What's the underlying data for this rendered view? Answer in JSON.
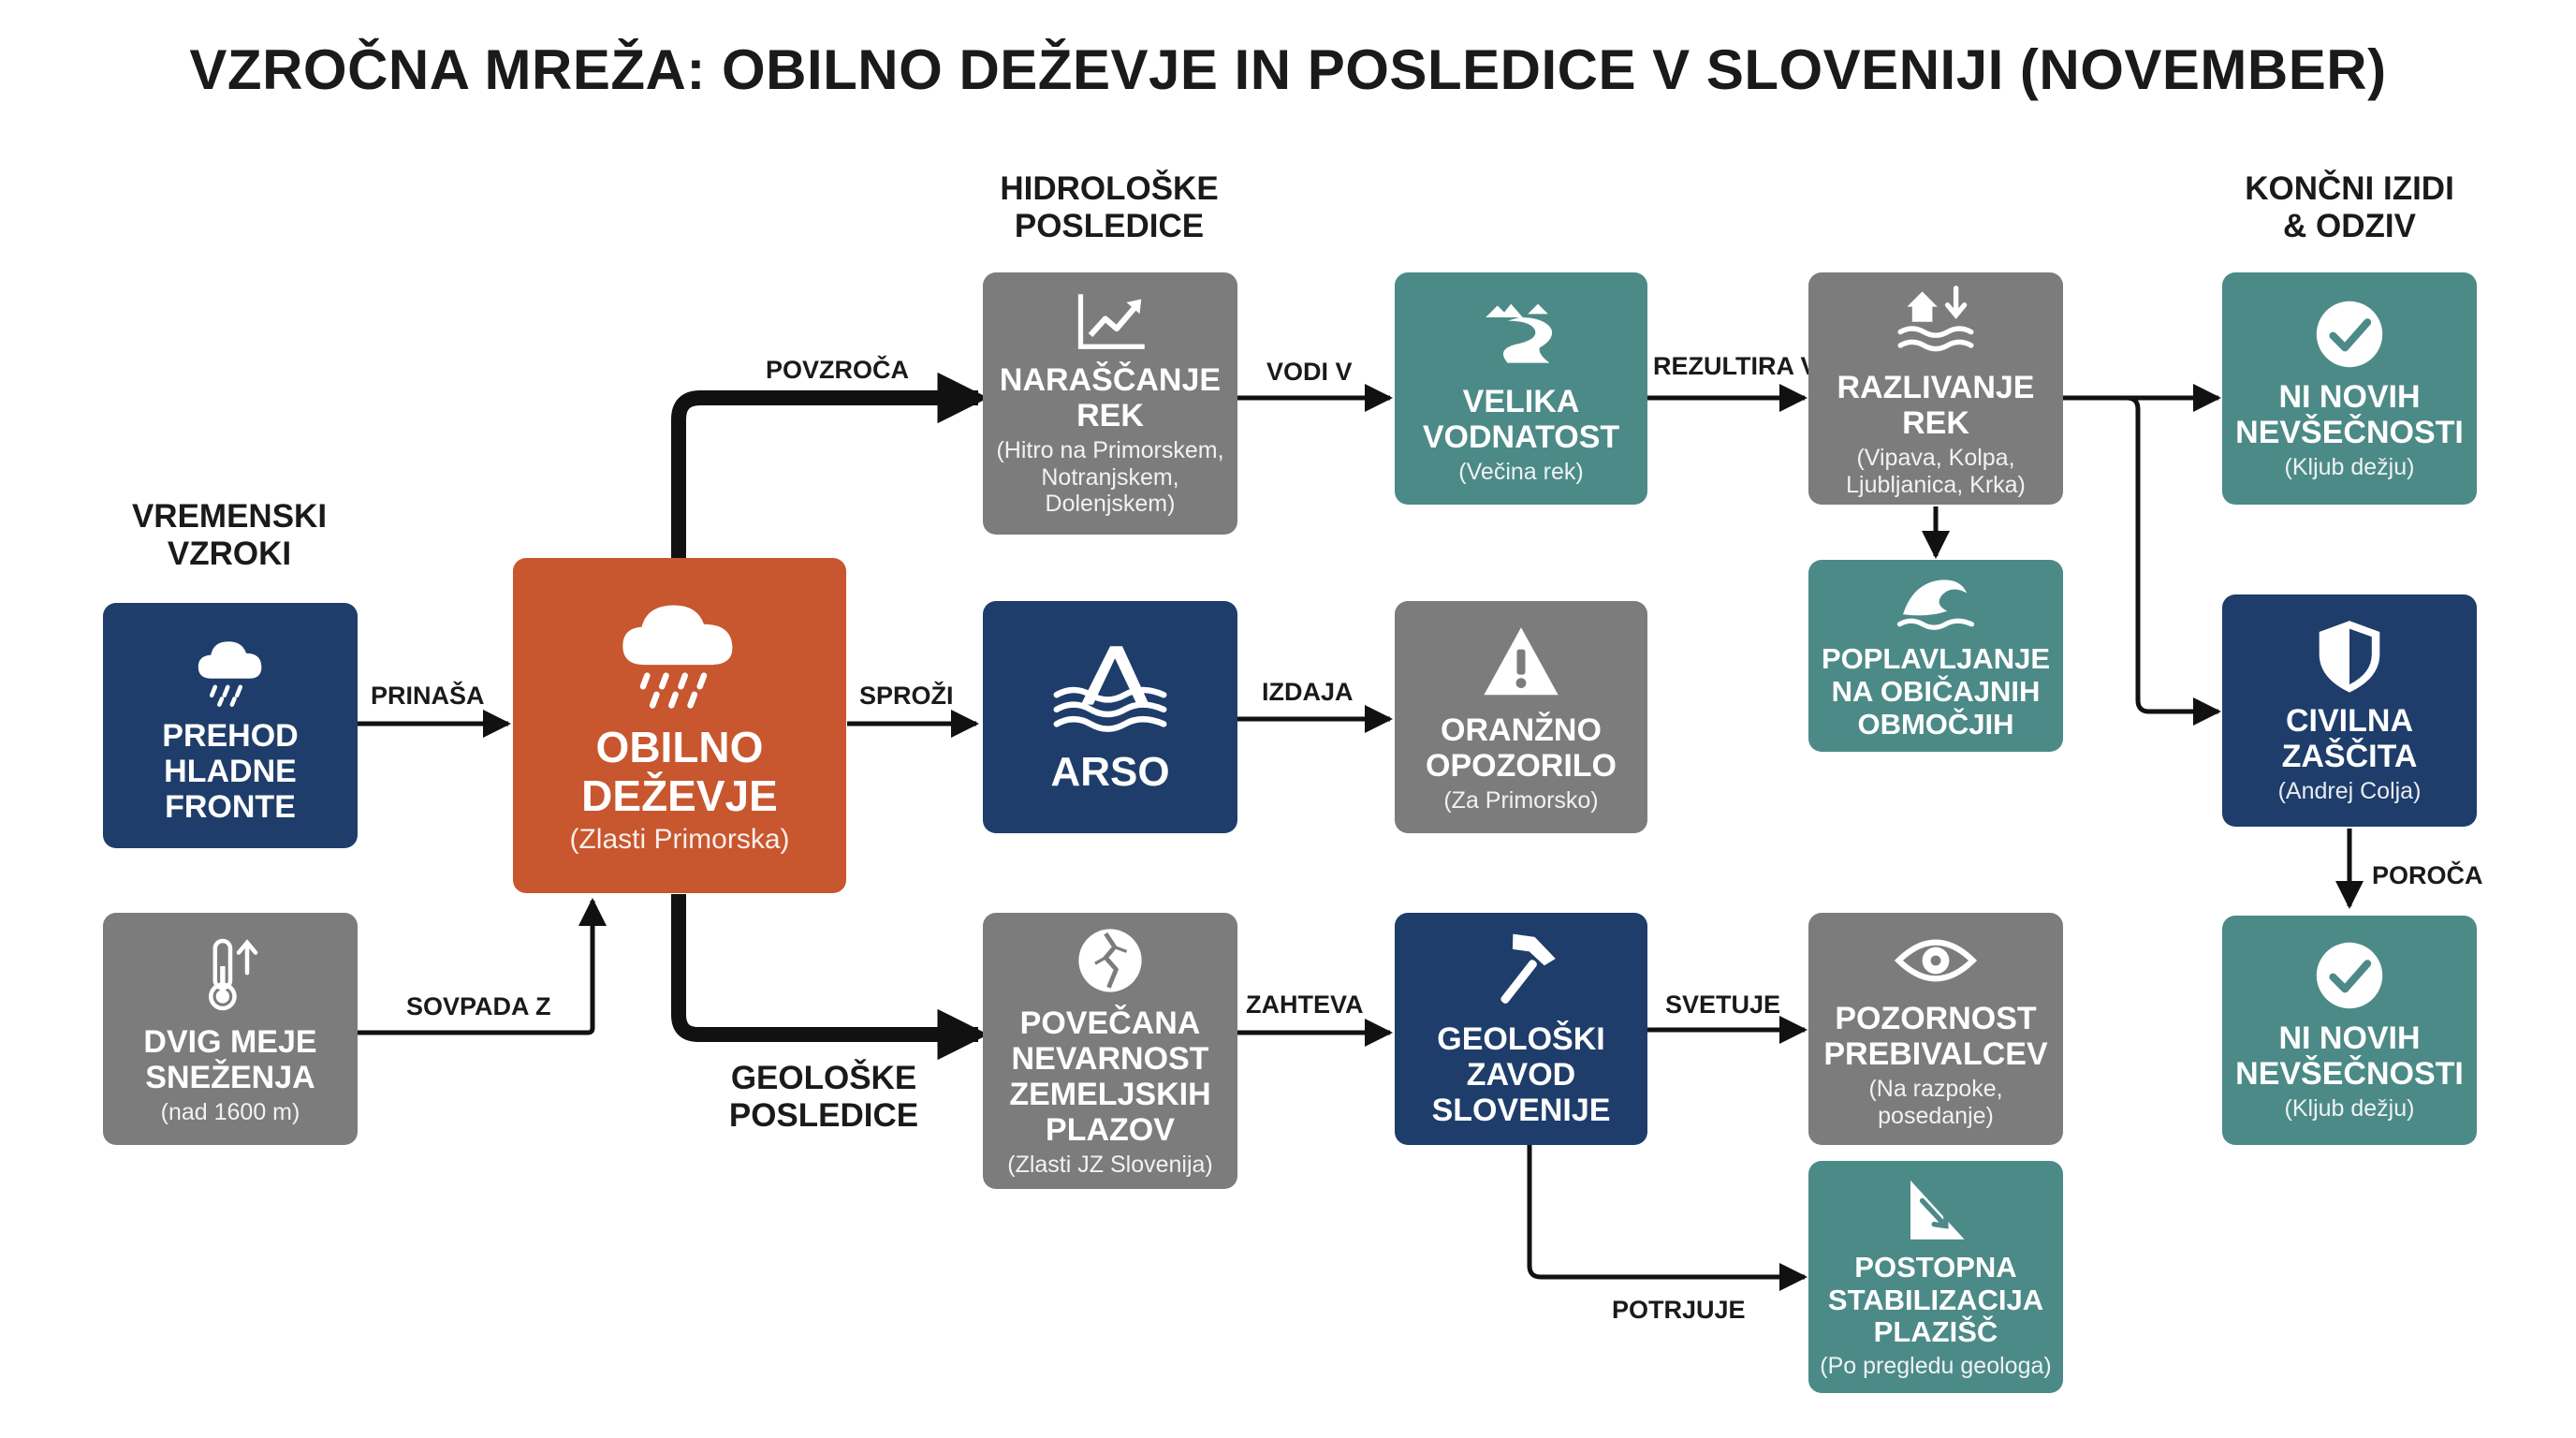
{
  "title": "VZROČNA MREŽA: OBILNO DEŽEVJE IN POSLEDICE V SLOVENIJI (NOVEMBER)",
  "sections": {
    "weather": "VREMENSKI\nVZROKI",
    "hydro": "HIDROLOŠKE\nPOSLEDICE",
    "geo": "GEOLOŠKE\nPOSLEDICE",
    "outcomes": "KONČNI IZIDI\n& ODZIV"
  },
  "nodes": {
    "cold_front": {
      "label": "PREHOD\nHLADNE\nFRONTE",
      "icon": "rain-cloud-icon"
    },
    "snow_line": {
      "label": "DVIG MEJE\nSNEŽENJA",
      "sub": "(nad 1600 m)",
      "icon": "thermometer-up-icon"
    },
    "heavy_rain": {
      "label": "OBILNO\nDEŽEVJE",
      "sub": "(Zlasti Primorska)",
      "icon": "heavy-rain-icon"
    },
    "rising_rivers": {
      "label": "NARAŠČANJE\nREK",
      "sub": "(Hitro na Primorskem,\nNotranjskem,\nDolenjskem)",
      "icon": "rising-chart-icon"
    },
    "arso": {
      "label": "ARSO",
      "icon": "arso-logo-icon"
    },
    "landslide_risk": {
      "label": "POVEČANA\nNEVARNOST\nZEMELJSKIH\nPLAZOV",
      "sub": "(Zlasti JZ Slovenija)",
      "icon": "cracked-ground-icon"
    },
    "high_water": {
      "label": "VELIKA\nVODNATOST",
      "sub": "(Večina rek)",
      "icon": "river-icon"
    },
    "orange_warning": {
      "label": "ORANŽNO\nOPOZORILO",
      "sub": "(Za Primorsko)",
      "icon": "warning-icon"
    },
    "geo_institute": {
      "label": "GEOLOŠKI\nZAVOD\nSLOVENIJE",
      "icon": "hammer-icon"
    },
    "river_overflow": {
      "label": "RAZLIVANJE\nREK",
      "sub": "(Vipava, Kolpa,\nLjubljanica, Krka)",
      "icon": "house-flood-icon"
    },
    "usual_flooding": {
      "label": "POPLAVLJANJE\nNA OBIČAJNIH\nOBMOČJIH",
      "icon": "wave-icon"
    },
    "residents_alert": {
      "label": "POZORNOST\nPREBIVALCEV",
      "sub": "(Na razpoke,\nposedanje)",
      "icon": "eye-icon"
    },
    "stabilization": {
      "label": "POSTOPNA\nSTABILIZACIJA\nPLAZIŠČ",
      "sub": "(Po pregledu geologa)",
      "icon": "slope-arrow-icon"
    },
    "no_incidents_1": {
      "label": "NI NOVIH\nNEVŠEČNOSTI",
      "sub": "(Kljub dežju)",
      "icon": "check-circle-icon"
    },
    "civil_protection": {
      "label": "CIVILNA\nZAŠČITA",
      "sub": "(Andrej Colja)",
      "icon": "shield-icon"
    },
    "no_incidents_2": {
      "label": "NI NOVIH\nNEVŠEČNOSTI",
      "sub": "(Kljub dežju)",
      "icon": "check-circle-icon"
    }
  },
  "edges": {
    "prinasa": "PRINAŠA",
    "sovpada_z": "SOVPADA Z",
    "povzroca": "POVZROČA",
    "sprozi": "SPROŽI",
    "vodi_v": "VODI V",
    "izdaja": "IZDAJA",
    "zahteva": "ZAHTEVA",
    "rezultira_v": "REZULTIRA V",
    "svetuje": "SVETUJE",
    "potrjuje": "POTRJUJE",
    "poroca": "POROČA"
  }
}
